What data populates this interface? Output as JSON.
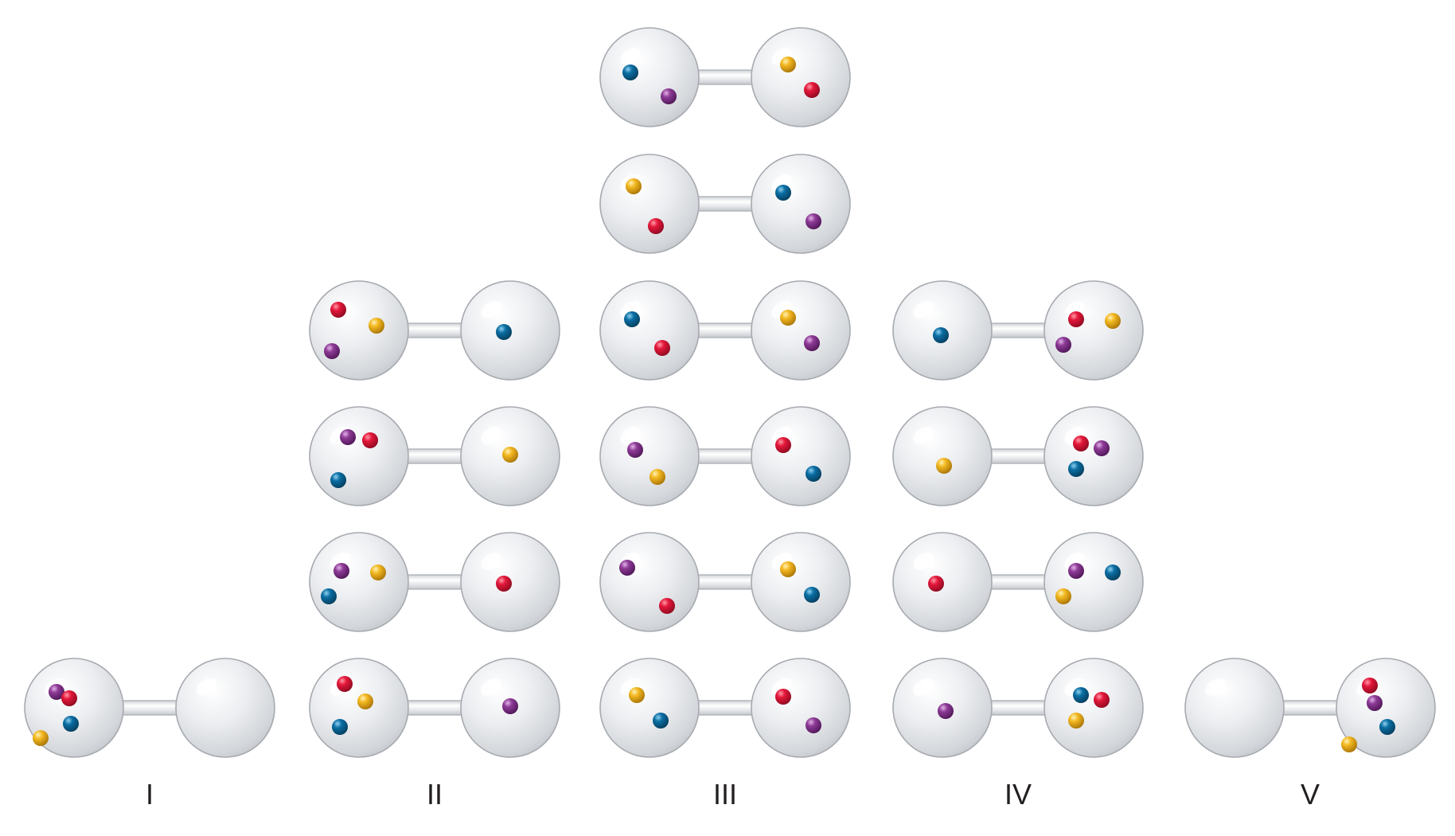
{
  "colors": {
    "red": "#e4173a",
    "yellow": "#f3b820",
    "blue": "#0a6ea3",
    "purple": "#8d3a96",
    "bulb_fill": "#e6e7ea",
    "bulb_stroke": "#a7aab0"
  },
  "columns": [
    {
      "label": "I",
      "flasks": [
        {
          "left": [
            "purple",
            "red",
            "blue",
            "yellow"
          ],
          "right": []
        }
      ]
    },
    {
      "label": "II",
      "flasks": [
        {
          "left": [
            "red",
            "yellow",
            "purple"
          ],
          "right": [
            "blue"
          ]
        },
        {
          "left": [
            "purple",
            "red",
            "blue"
          ],
          "right": [
            "yellow"
          ]
        },
        {
          "left": [
            "purple",
            "yellow",
            "blue"
          ],
          "right": [
            "red"
          ]
        },
        {
          "left": [
            "red",
            "yellow",
            "blue"
          ],
          "right": [
            "purple"
          ]
        }
      ]
    },
    {
      "label": "III",
      "flasks": [
        {
          "left": [
            "blue",
            "purple"
          ],
          "right": [
            "yellow",
            "red"
          ]
        },
        {
          "left": [
            "yellow",
            "red"
          ],
          "right": [
            "blue",
            "purple"
          ]
        },
        {
          "left": [
            "blue",
            "red"
          ],
          "right": [
            "yellow",
            "purple"
          ]
        },
        {
          "left": [
            "purple",
            "yellow"
          ],
          "right": [
            "red",
            "blue"
          ]
        },
        {
          "left": [
            "purple",
            "red"
          ],
          "right": [
            "yellow",
            "blue"
          ]
        },
        {
          "left": [
            "yellow",
            "blue"
          ],
          "right": [
            "red",
            "purple"
          ]
        }
      ]
    },
    {
      "label": "IV",
      "flasks": [
        {
          "left": [
            "blue"
          ],
          "right": [
            "red",
            "yellow",
            "purple"
          ]
        },
        {
          "left": [
            "yellow"
          ],
          "right": [
            "red",
            "purple",
            "blue"
          ]
        },
        {
          "left": [
            "red"
          ],
          "right": [
            "purple",
            "blue",
            "yellow"
          ]
        },
        {
          "left": [
            "purple"
          ],
          "right": [
            "blue",
            "red",
            "yellow"
          ]
        }
      ]
    },
    {
      "label": "V",
      "flasks": [
        {
          "left": [],
          "right": [
            "red",
            "purple",
            "blue",
            "yellow"
          ]
        }
      ]
    }
  ]
}
